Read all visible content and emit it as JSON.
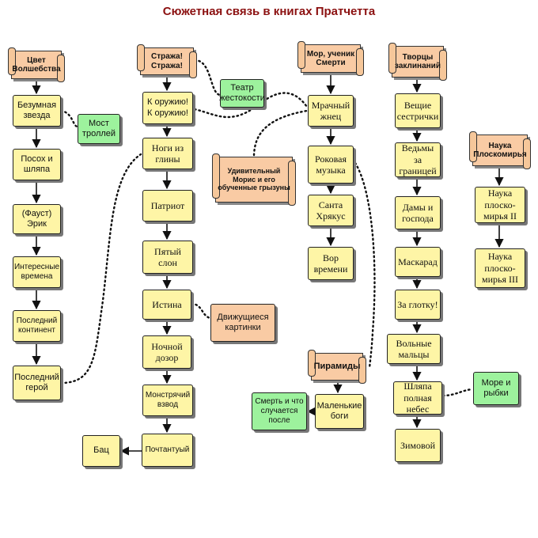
{
  "title": "Сюжетная связь в книгах Пратчетта",
  "columns": {
    "wizards": {
      "header": "Цвет Волшебства",
      "books": [
        "Безумная звезда",
        "Посох и шляпа",
        "(Фауст) Эрик",
        "Интересные времена",
        "Последний континент",
        "Последний герой"
      ],
      "side": "Мост троллей"
    },
    "watch": {
      "header": "Стража! Стража!",
      "books": [
        "К оружию! К оружию!",
        "Ноги из глины",
        "Патриот",
        "Пятый слон",
        "Истина",
        "Ночной дозор",
        "Монстрячий взвод",
        "Почтантуый"
      ],
      "side_top": "Театр жестокости",
      "side_truth": "Движущиеся картинки",
      "left_bottom": "Бац"
    },
    "death": {
      "header": "Мор, ученик Смерти",
      "books": [
        "Мрачный жнец",
        "Роковая музыка",
        "Санта Хрякус",
        "Вор времени"
      ],
      "maurice": "Удивительный Морис и его обученные грызуны"
    },
    "pyramids": {
      "header": "Пирамиды",
      "books": [
        "Маленькие боги"
      ],
      "side": "Смерть и что случается после"
    },
    "witches": {
      "header": "Творцы заклинаний",
      "books": [
        "Вещие сестрички",
        "Ведьмы за границей",
        "Дамы и господа",
        "Маскарад",
        "За глотку!",
        "Вольные мальцы",
        "Шляпа полная небес",
        "Зимовой"
      ],
      "side": "Море и рыбки"
    },
    "science": {
      "header": "Наука Плоскомирья",
      "books": [
        "Наука плоско-мирья II",
        "Наука плоско-мирья III"
      ]
    }
  }
}
